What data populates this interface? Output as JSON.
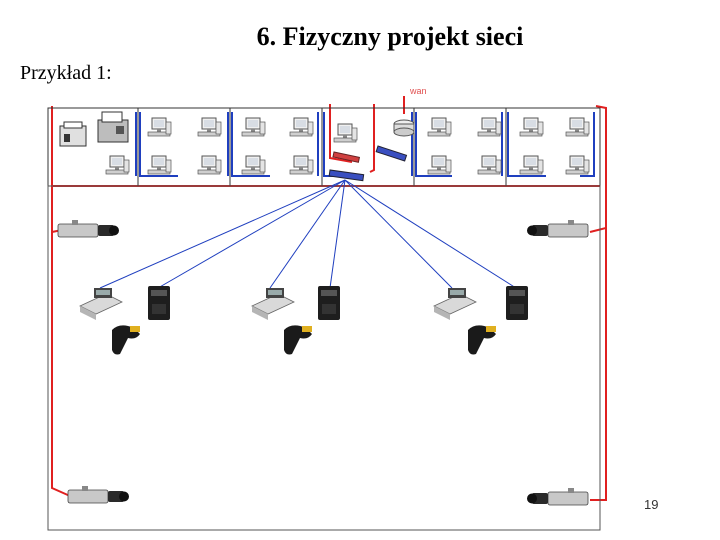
{
  "slide": {
    "title": "6. Fizyczny projekt sieci",
    "subtitle": "Przykład 1:",
    "page_number": "19"
  },
  "diagram": {
    "wan_label": "wan",
    "colors": {
      "wan_link": "#e02020",
      "lan_link": "#1f3fbf",
      "room_border": "#333333",
      "device_gray": "#b0b0b0",
      "device_dark": "#2a2a2a"
    },
    "icons": [
      "workstation-icon",
      "printer-icon",
      "fax-icon",
      "router-icon",
      "switch-icon",
      "camera-icon",
      "pos-terminal-icon",
      "receipt-printer-icon",
      "barcode-scanner-icon"
    ]
  }
}
